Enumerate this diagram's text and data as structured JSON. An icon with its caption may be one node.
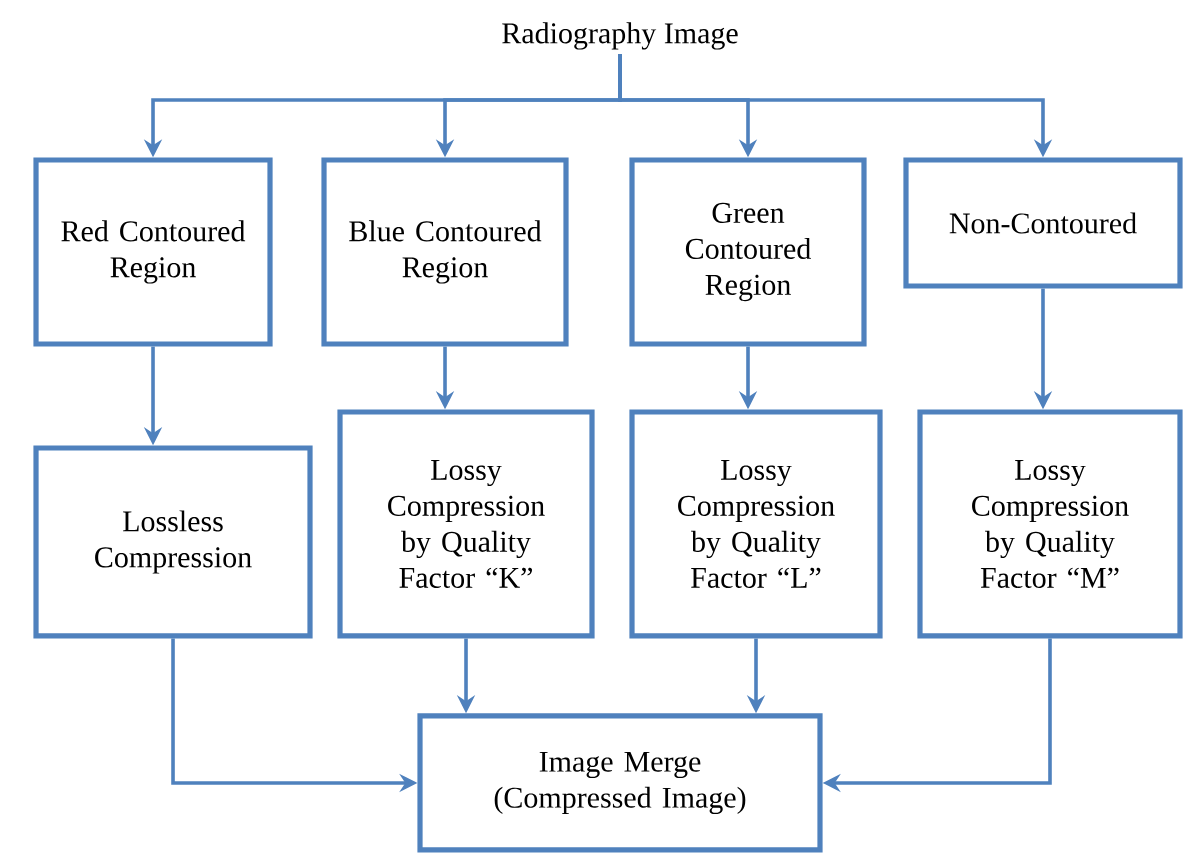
{
  "diagram": {
    "nodes": [
      {
        "text": [
          "Radiography Image"
        ]
      },
      {
        "text": [
          "Red Contoured Region"
        ]
      },
      {
        "text": [
          "Blue Contoured Region"
        ]
      },
      {
        "text": [
          "Green Contoured Region"
        ]
      },
      {
        "text": [
          "Non-Contoured"
        ]
      },
      {
        "text": [
          "Lossless Compression"
        ]
      },
      {
        "text": [
          "Lossy Compression by Quality Factor “K”"
        ]
      },
      {
        "text": [
          "Lossy Compression by Quality Factor “L”"
        ]
      },
      {
        "text": [
          "Lossy Compression by Quality Factor “M”"
        ]
      },
      {
        "text": [
          "Image Merge (Compressed Image)"
        ]
      }
    ],
    "edges": [
      {
        "from": 0,
        "to": 1,
        "arrow": "to"
      },
      {
        "from": 0,
        "to": 2,
        "arrow": "to"
      },
      {
        "from": 0,
        "to": 3,
        "arrow": "to"
      },
      {
        "from": 0,
        "to": 4,
        "arrow": "to"
      },
      {
        "from": 1,
        "to": 5,
        "arrow": "to"
      },
      {
        "from": 2,
        "to": 6,
        "arrow": "to"
      },
      {
        "from": 3,
        "to": 7,
        "arrow": "to"
      },
      {
        "from": 4,
        "to": 8,
        "arrow": "to"
      },
      {
        "from": 5,
        "to": 9,
        "arrow": "to"
      },
      {
        "from": 6,
        "to": 9,
        "arrow": "to"
      },
      {
        "from": 7,
        "to": 9,
        "arrow": "to"
      },
      {
        "from": 8,
        "to": 9,
        "arrow": "to"
      }
    ]
  }
}
